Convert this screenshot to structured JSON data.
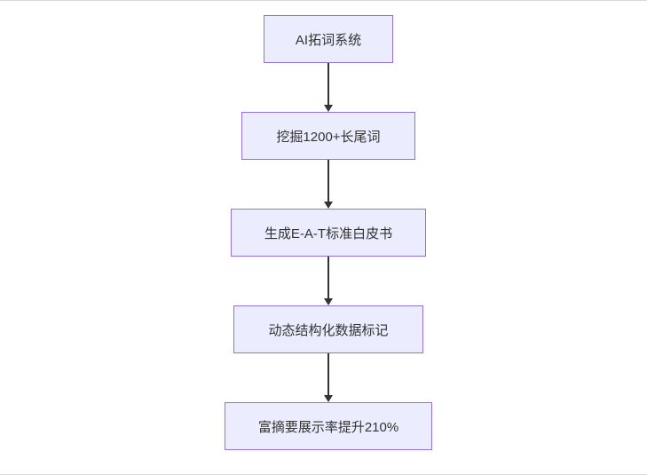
{
  "flowchart": {
    "direction": "top-down",
    "nodes": [
      {
        "id": "node-1",
        "label": "AI拓词系统"
      },
      {
        "id": "node-2",
        "label": "挖掘1200+长尾词"
      },
      {
        "id": "node-3",
        "label": "生成E-A-T标准白皮书"
      },
      {
        "id": "node-4",
        "label": "动态结构化数据标记"
      },
      {
        "id": "node-5",
        "label": "富摘要展示率提升210%"
      }
    ],
    "edges": [
      {
        "from": "node-1",
        "to": "node-2"
      },
      {
        "from": "node-2",
        "to": "node-3"
      },
      {
        "from": "node-3",
        "to": "node-4"
      },
      {
        "from": "node-4",
        "to": "node-5"
      }
    ],
    "colors": {
      "node_fill": "#ECECFF",
      "node_border": "#9370DB",
      "arrow": "#333333",
      "text": "#333333",
      "background": "#FFFFFF"
    }
  }
}
